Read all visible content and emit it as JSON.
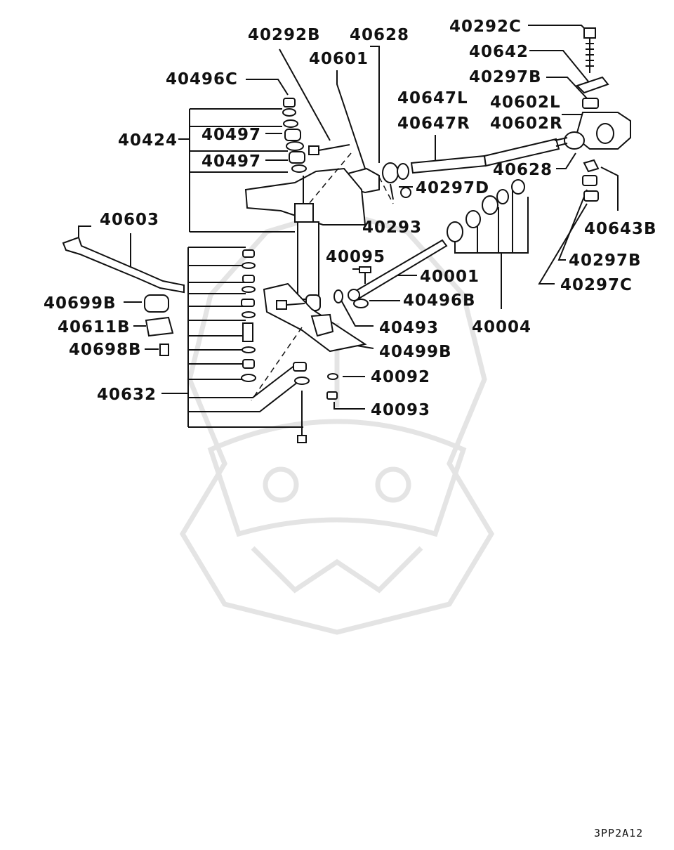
{
  "diagram": {
    "drawing_code": "3PP2A12",
    "labels": {
      "p40292B": "40292B",
      "p40628_top": "40628",
      "p40292C": "40292C",
      "p40642": "40642",
      "p40601": "40601",
      "p40496C": "40496C",
      "p40297B_top": "40297B",
      "p40647L": "40647L",
      "p40602L": "40602L",
      "p40647R": "40647R",
      "p40602R": "40602R",
      "p40424": "40424",
      "p40497_a": "40497",
      "p40497_b": "40497",
      "p40628_right": "40628",
      "p40297D": "40297D",
      "p40293": "40293",
      "p40643B": "40643B",
      "p40603": "40603",
      "p40095": "40095",
      "p40297B_right": "40297B",
      "p40001": "40001",
      "p40297C": "40297C",
      "p40699B": "40699B",
      "p40496B": "40496B",
      "p40611B": "40611B",
      "p40493": "40493",
      "p40004": "40004",
      "p40698B": "40698B",
      "p40499B": "40499B",
      "p40092": "40092",
      "p40632": "40632",
      "p40093": "40093"
    }
  }
}
